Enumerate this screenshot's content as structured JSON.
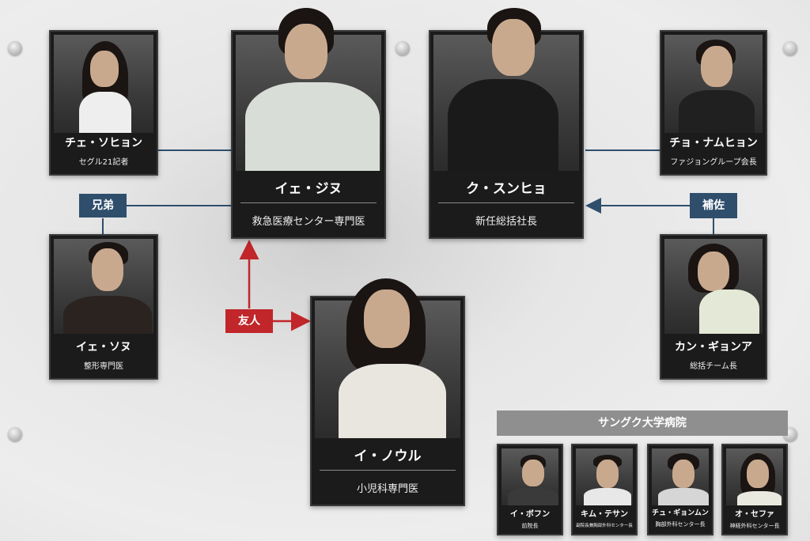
{
  "characters": {
    "che_sohyon": {
      "name": "チェ・ソヒョン",
      "role": "セグル21記者"
    },
    "ye_jinu": {
      "name": "イェ・ジヌ",
      "role": "救急医療センター専門医"
    },
    "gu_sunhyo": {
      "name": "ク・スンヒョ",
      "role": "新任総括社長"
    },
    "cho_namhyon": {
      "name": "チョ・ナムヒョン",
      "role": "ファジョングループ会長"
    },
    "ye_sonu": {
      "name": "イェ・ソヌ",
      "role": "整形専門医"
    },
    "i_nouru": {
      "name": "イ・ノウル",
      "role": "小児科専門医"
    },
    "kan_gyona": {
      "name": "カン・ギョンア",
      "role": "総括チーム長"
    }
  },
  "relations": {
    "brothers": "兄弟",
    "friend": "友人",
    "assist": "補佐"
  },
  "hospital": {
    "title": "サングク大学病院",
    "members": [
      {
        "name": "イ・ボフン",
        "role": "前院長"
      },
      {
        "name": "キム・テサン",
        "role": "副院長兼胸部外科センター長"
      },
      {
        "name": "チュ・ギョンムン",
        "role": "胸部外科センター長"
      },
      {
        "name": "オ・セファ",
        "role": "神経外科センター長"
      }
    ]
  },
  "colors": {
    "relation_blue": "#2f4e6c",
    "relation_red": "#c0262a",
    "card_bg": "#1b1b1b"
  }
}
